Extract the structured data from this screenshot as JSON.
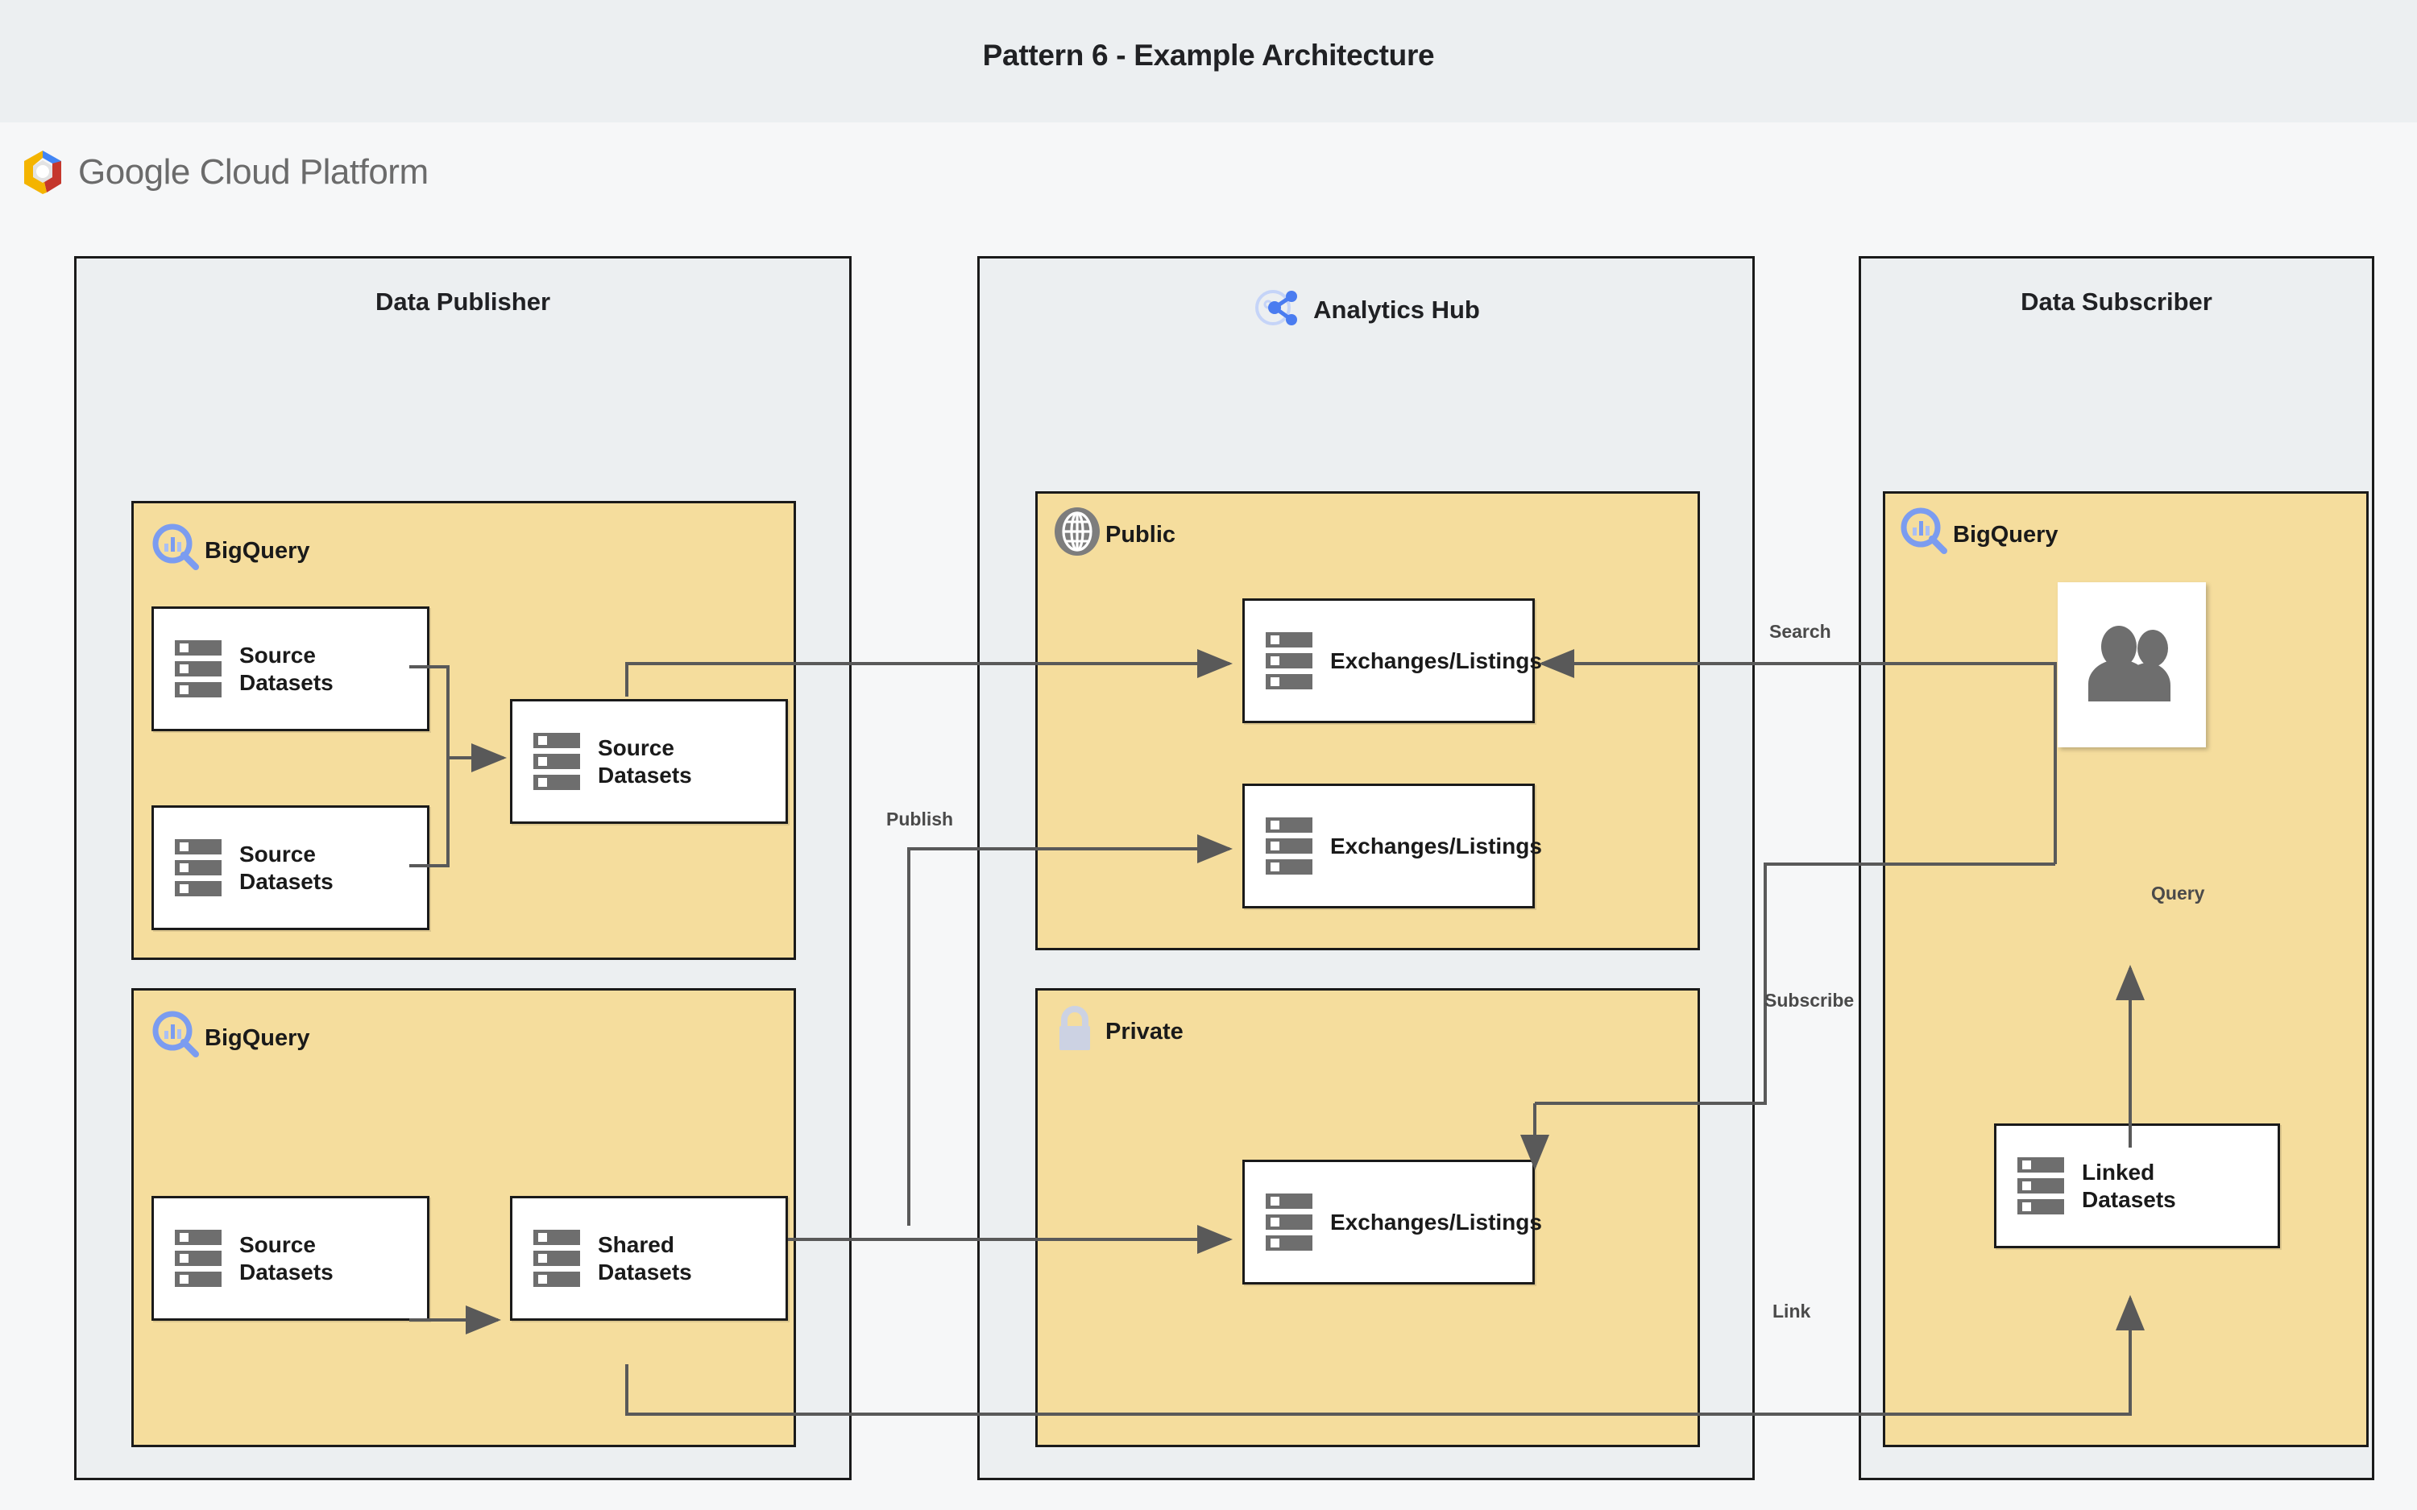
{
  "page": {
    "title": "Pattern 6 - Example Architecture",
    "brand": "Google Cloud Platform",
    "brand_icon": "google-cloud-hexagon-logo",
    "background": "#f6f7f8",
    "title_band_background": "#eceff1"
  },
  "colors": {
    "group_fill": "#f5dd9d",
    "zone_fill": "#eceff1",
    "node_fill": "#ffffff",
    "stroke": "#1a1a1a",
    "wire": "#595959",
    "icon_gray": "#6e6e6e",
    "bigquery_blue": "#7b9cf0",
    "analytics_hub_blue": "#4a7cf0",
    "lock_gray": "#ccd2e3"
  },
  "zones": [
    {
      "id": "data-publisher",
      "title": "Data Publisher",
      "icon": null,
      "groups": [
        {
          "id": "publisher-bigquery-top",
          "label": "BigQuery",
          "icon": "bigquery-magnifier-icon",
          "nodes": [
            {
              "id": "src-ds-1",
              "label": "Source Datasets",
              "icon": "datasets-icon"
            },
            {
              "id": "src-ds-2",
              "label": "Source Datasets",
              "icon": "datasets-icon"
            },
            {
              "id": "src-ds-3",
              "label": "Source Datasets",
              "icon": "datasets-icon"
            }
          ]
        },
        {
          "id": "publisher-bigquery-bottom",
          "label": "BigQuery",
          "icon": "bigquery-magnifier-icon",
          "nodes": [
            {
              "id": "src-ds-4",
              "label": "Source Datasets",
              "icon": "datasets-icon"
            },
            {
              "id": "shared-ds-1",
              "label": "Shared Datasets",
              "icon": "datasets-icon"
            }
          ]
        }
      ]
    },
    {
      "id": "analytics-hub",
      "title": "Analytics Hub",
      "icon": "analytics-hub-share-icon",
      "groups": [
        {
          "id": "hub-public",
          "label": "Public",
          "icon": "globe-icon",
          "nodes": [
            {
              "id": "exch-1",
              "label": "Exchanges/Listings",
              "icon": "datasets-icon"
            },
            {
              "id": "exch-2",
              "label": "Exchanges/Listings",
              "icon": "datasets-icon"
            }
          ]
        },
        {
          "id": "hub-private",
          "label": "Private",
          "icon": "padlock-icon",
          "nodes": [
            {
              "id": "exch-3",
              "label": "Exchanges/Listings",
              "icon": "datasets-icon"
            }
          ]
        }
      ]
    },
    {
      "id": "data-subscriber",
      "title": "Data Subscriber",
      "icon": null,
      "groups": [
        {
          "id": "subscriber-bigquery",
          "label": "BigQuery",
          "icon": "bigquery-magnifier-icon",
          "nodes": [
            {
              "id": "subscriber-users",
              "label": "",
              "icon": "users-icon"
            },
            {
              "id": "linked-ds",
              "label": "Linked Datasets",
              "icon": "datasets-icon"
            }
          ]
        }
      ]
    }
  ],
  "edges": [
    {
      "id": "edge-publish-public",
      "label": "Publish"
    },
    {
      "id": "edge-search",
      "label": "Search"
    },
    {
      "id": "edge-subscribe",
      "label": "Subscribe"
    },
    {
      "id": "edge-query",
      "label": "Query"
    },
    {
      "id": "edge-link",
      "label": "Link"
    }
  ],
  "node_labels": {
    "source_datasets": "Source Datasets",
    "shared_datasets": "Shared Datasets",
    "exchanges_listings": "Exchanges/Listings",
    "linked_datasets": "Linked Datasets"
  }
}
